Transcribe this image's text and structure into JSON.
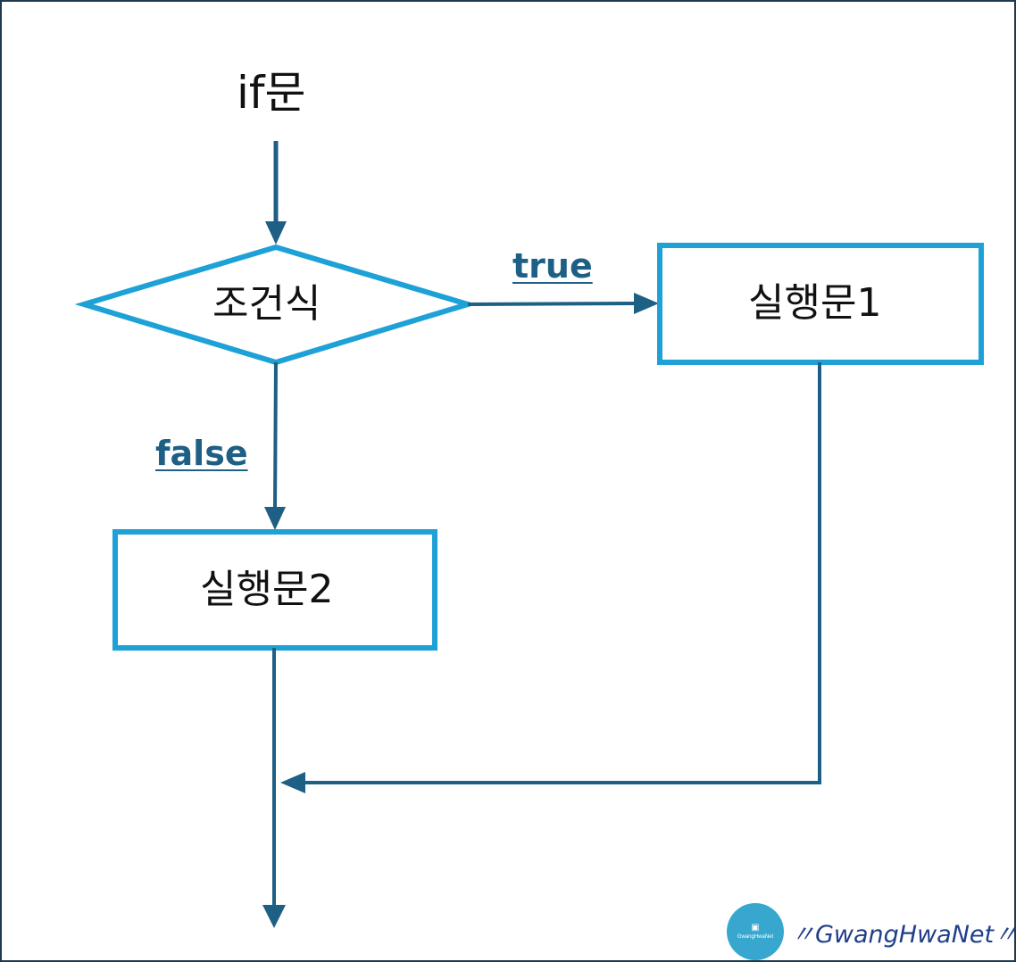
{
  "diagram": {
    "title": "if문",
    "condition": "조건식",
    "statement1": "실행문1",
    "statement2": "실행문2",
    "true_label": "true",
    "false_label": "false"
  },
  "watermark": {
    "text": "〃GwangHwaNet〃",
    "badge_text": "GwangHwaNet"
  },
  "colors": {
    "arrow": "#1e5f85",
    "box_border": "#1da1d6",
    "branch_label": "#1e5f85",
    "frame_border": "#1e3a4c",
    "watermark_text": "#1f3f8a",
    "badge": "#38a7cf"
  }
}
